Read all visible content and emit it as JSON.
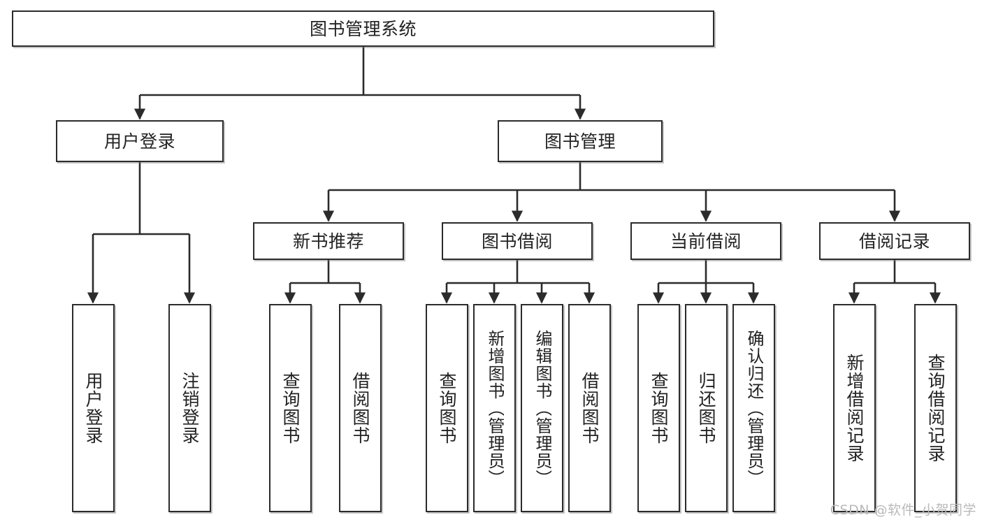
{
  "diagram": {
    "title": "图书管理系统",
    "type": "tree-hierarchy",
    "watermark": "CSDN @软件_小贺同学",
    "colors": {
      "node_border": "#2b2b2b",
      "node_fill": "#ffffff",
      "edge": "#2b2b2b",
      "text": "#222222",
      "watermark": "#b9b9b9",
      "background": "#ffffff"
    },
    "levels": {
      "root": {
        "label": "图书管理系统"
      },
      "level2": [
        {
          "label": "用户登录"
        },
        {
          "label": "图书管理"
        }
      ],
      "level3": [
        {
          "label": "新书推荐"
        },
        {
          "label": "图书借阅"
        },
        {
          "label": "当前借阅"
        },
        {
          "label": "借阅记录"
        }
      ],
      "leaves": {
        "user_login": [
          {
            "label": "用户登录"
          },
          {
            "label": "注销登录"
          }
        ],
        "new_book_recommend": [
          {
            "label": "查询图书"
          },
          {
            "label": "借阅图书"
          }
        ],
        "book_borrow": [
          {
            "label": "查询图书"
          },
          {
            "label": "新增图书（管理员）"
          },
          {
            "label": "编辑图书（管理员）"
          },
          {
            "label": "借阅图书"
          }
        ],
        "current_borrow": [
          {
            "label": "查询图书"
          },
          {
            "label": "归还图书"
          },
          {
            "label": "确认归还（管理员）"
          }
        ],
        "borrow_records": [
          {
            "label": "新增借阅记录"
          },
          {
            "label": "查询借阅记录"
          }
        ]
      }
    }
  }
}
